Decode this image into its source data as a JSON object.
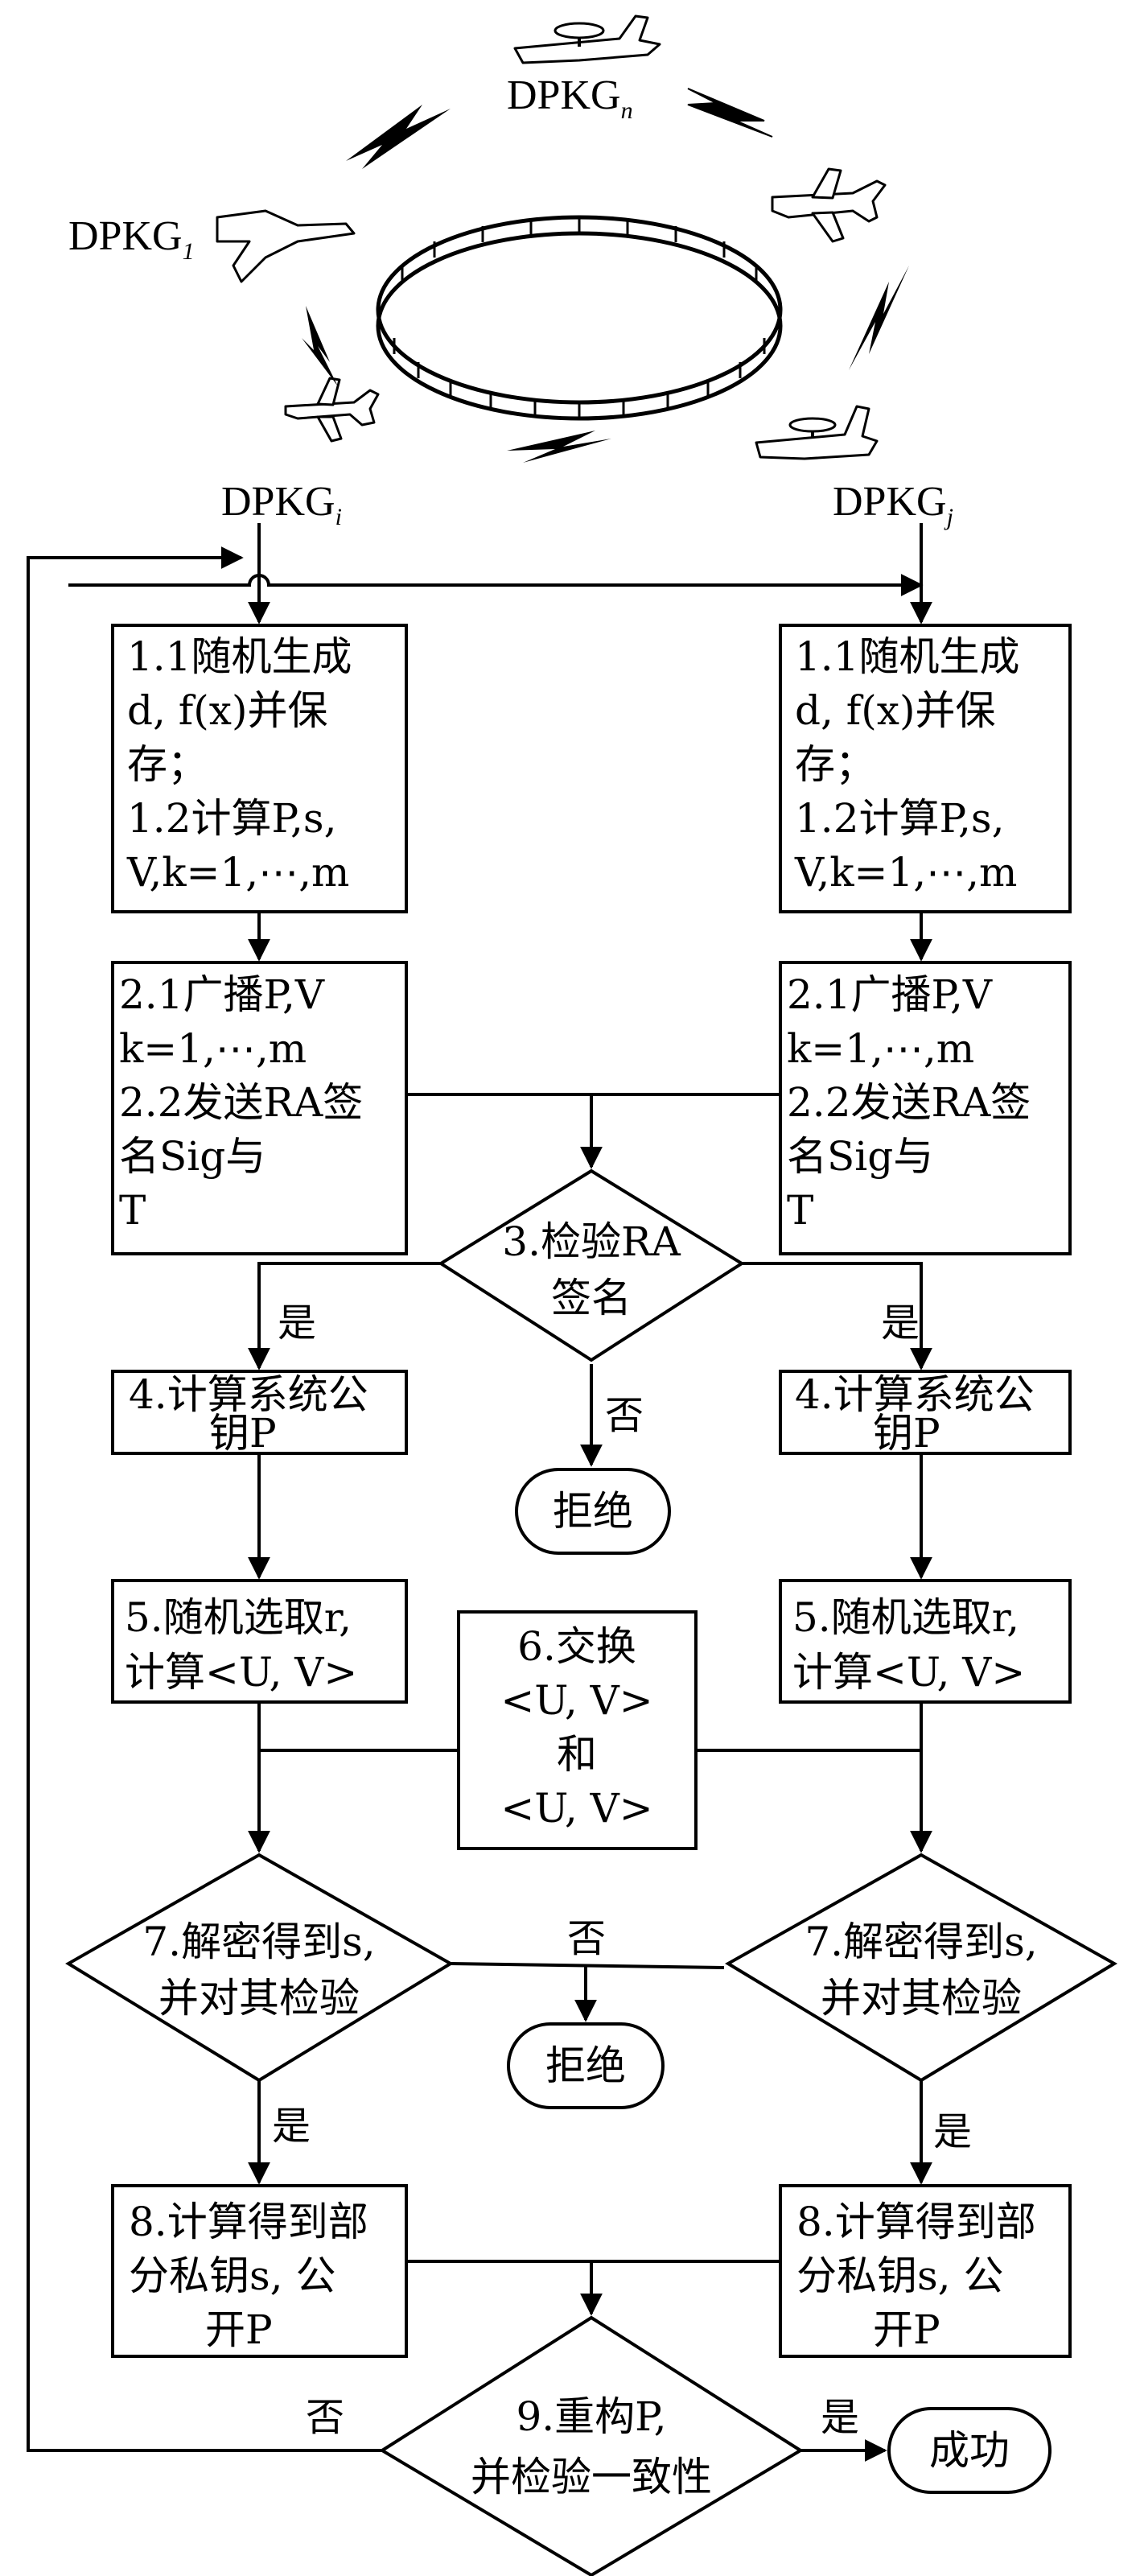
{
  "nodes": {
    "dpkg_n": "DPKG",
    "dpkg_n_sub": "n",
    "dpkg_1": "DPKG",
    "dpkg_1_sub": "1",
    "dpkg_i": "DPKG",
    "dpkg_i_sub": "i",
    "dpkg_j": "DPKG",
    "dpkg_j_sub": "j"
  },
  "left": {
    "step1": [
      "1.1随机生成",
      "d, f(x)并保",
      "存；",
      "1.2计算P,s,",
      "V,k=1,⋯,m"
    ],
    "step2": [
      "2.1广播P,V",
      "k=1,⋯,m",
      "2.2发送RA签",
      "名Sig与",
      "T"
    ],
    "step4": [
      "4.计算系统公",
      "钥P"
    ],
    "step5": [
      "5.随机选取r,",
      "计算<U, V>"
    ],
    "step7": [
      "7.解密得到s,",
      "并对其检验"
    ],
    "step8": [
      "8.计算得到部",
      "分私钥s, 公",
      "开P"
    ]
  },
  "right": {
    "step1": [
      "1.1随机生成",
      "d, f(x)并保",
      "存；",
      "1.2计算P,s,",
      "V,k=1,⋯,m"
    ],
    "step2": [
      "2.1广播P,V",
      "k=1,⋯,m",
      "2.2发送RA签",
      "名Sig与",
      "T"
    ],
    "step4": [
      "4.计算系统公",
      "钥P"
    ],
    "step5": [
      "5.随机选取r,",
      "计算<U, V>"
    ],
    "step7": [
      "7.解密得到s,",
      "并对其检验"
    ],
    "step8": [
      "8.计算得到部",
      "分私钥s, 公",
      "开P"
    ]
  },
  "center": {
    "step3": [
      "3.检验RA",
      "签名"
    ],
    "step6": [
      "6.交换",
      "<U, V>",
      "和",
      "<U, V>"
    ],
    "step9": [
      "9.重构P,",
      "并检验一致性"
    ],
    "reject1": "拒绝",
    "reject2": "拒绝",
    "success": "成功"
  },
  "labels": {
    "yes": "是",
    "no": "否"
  }
}
